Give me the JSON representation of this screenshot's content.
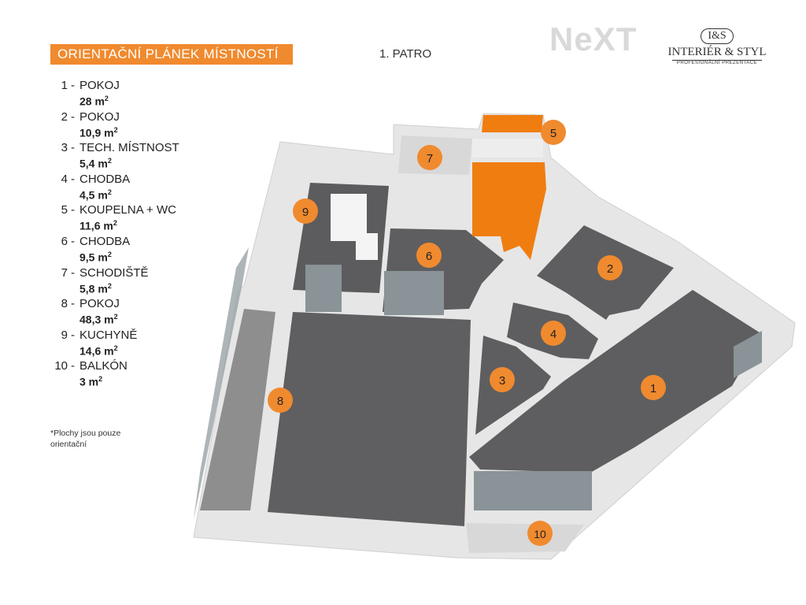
{
  "header": {
    "title": "ORIENTAČNÍ PLÁNEK MÍSTNOSTÍ",
    "floor": "1. PATRO"
  },
  "logos": {
    "next": "NeXT",
    "is_mark": "I&S",
    "is_name": "INTERIÉR & STYL",
    "is_sub": "PROFESIONÁLNÍ PREZENTACE"
  },
  "legend": [
    {
      "num": "1",
      "name": "POKOJ",
      "area": "28 m",
      "unit_sup": "2"
    },
    {
      "num": "2",
      "name": "POKOJ",
      "area": "10,9 m",
      "unit_sup": "2"
    },
    {
      "num": "3",
      "name": "TECH. MÍSTNOST",
      "area": "5,4 m",
      "unit_sup": "2"
    },
    {
      "num": "4",
      "name": "CHODBA",
      "area": "4,5 m",
      "unit_sup": "2"
    },
    {
      "num": "5",
      "name": "KOUPELNA + WC",
      "area": "11,6 m",
      "unit_sup": "2"
    },
    {
      "num": "6",
      "name": "CHODBA",
      "area": "9,5 m",
      "unit_sup": "2"
    },
    {
      "num": "7",
      "name": "SCHODIŠTĚ",
      "area": "5,8 m",
      "unit_sup": "2"
    },
    {
      "num": "8",
      "name": "POKOJ",
      "area": "48,3 m",
      "unit_sup": "2"
    },
    {
      "num": "9",
      "name": "KUCHYNĚ",
      "area": "14,6 m",
      "unit_sup": "2"
    },
    {
      "num": "10",
      "name": "BALKÓN",
      "area": "3 m",
      "unit_sup": "2"
    }
  ],
  "note": "*Plochy jsou pouze orientační",
  "markers": [
    "1",
    "2",
    "3",
    "4",
    "5",
    "6",
    "7",
    "8",
    "9",
    "10"
  ],
  "colors": {
    "accent": "#f08a2e",
    "floor": "#5e5e60",
    "wall": "#e4e4e4",
    "bath": "#f07d10"
  }
}
